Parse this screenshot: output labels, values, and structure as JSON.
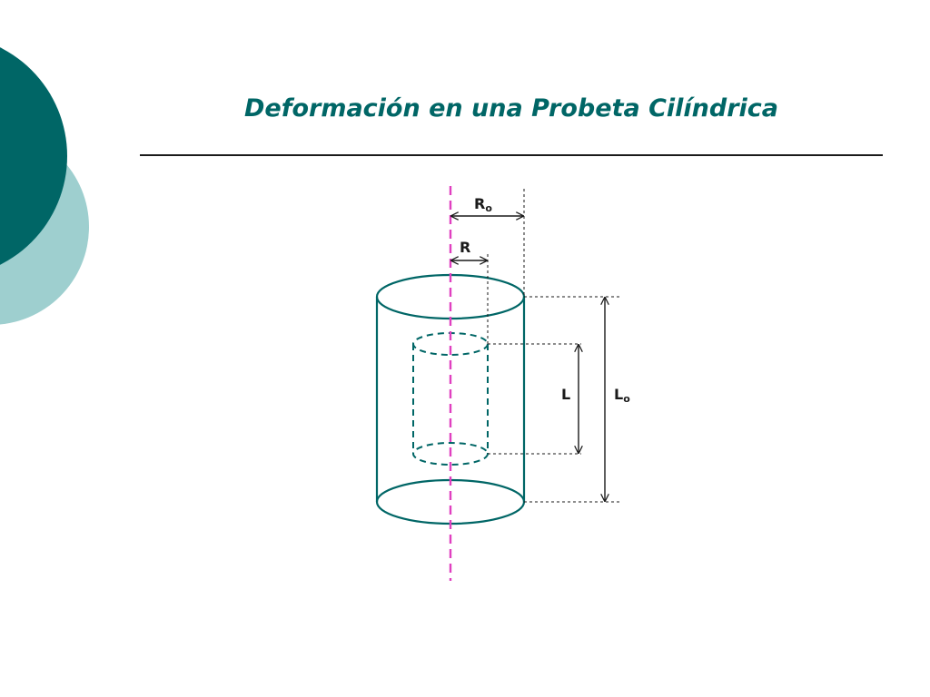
{
  "slide": {
    "title": "Deformación en una Probeta Cilíndrica"
  },
  "diagram": {
    "labels": {
      "outer_radius": "R",
      "outer_radius_sub": "o",
      "radius": "R",
      "length": "L",
      "outer_length": "L",
      "outer_length_sub": "o"
    }
  },
  "colors": {
    "teal_dark": "#006666",
    "teal_light": "#9ecfcf",
    "axis_magenta": "#e040c0",
    "line_dark": "#1a1a1a"
  }
}
